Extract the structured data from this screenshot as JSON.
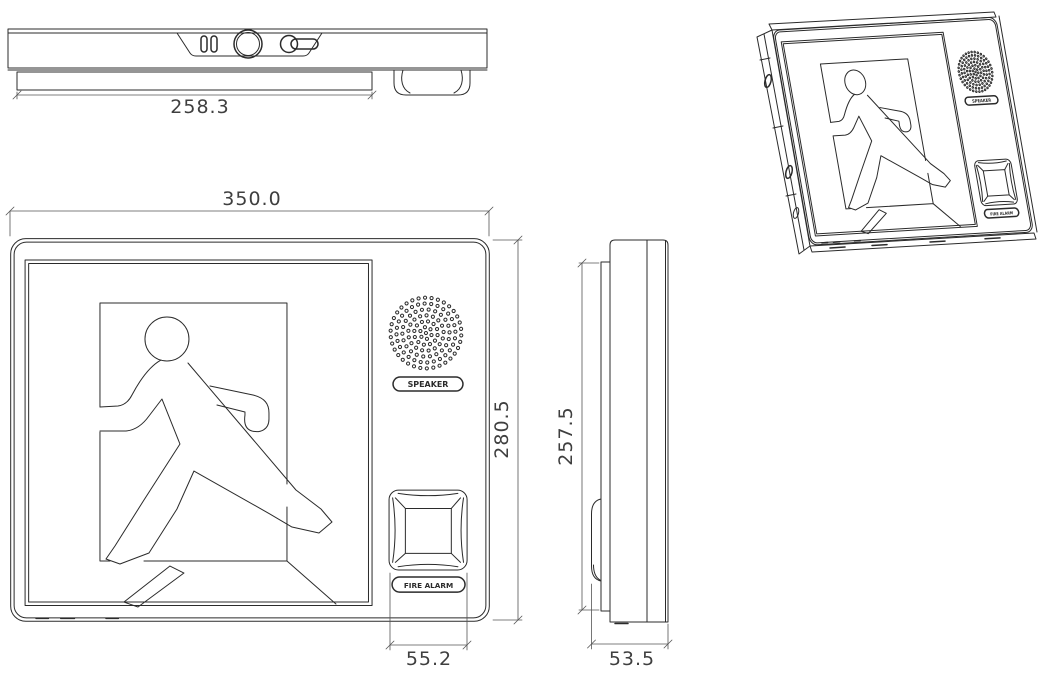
{
  "drawing_type": "engineering-orthographic-views",
  "subject": "fire-alarm-exit-sign-device",
  "views": {
    "top": {
      "dim_width": "258.3"
    },
    "front": {
      "dim_width": "350.0",
      "dim_height": "280.5",
      "dim_button_width": "55.2"
    },
    "side": {
      "dim_height": "257.5",
      "dim_depth": "53.5"
    }
  },
  "face": {
    "speaker_label": "SPEAKER",
    "fire_alarm_label": "FIRE ALARM"
  },
  "colors": {
    "line": "#2b2b2b",
    "dim_text": "#3f3f3f",
    "background": "#ffffff"
  }
}
